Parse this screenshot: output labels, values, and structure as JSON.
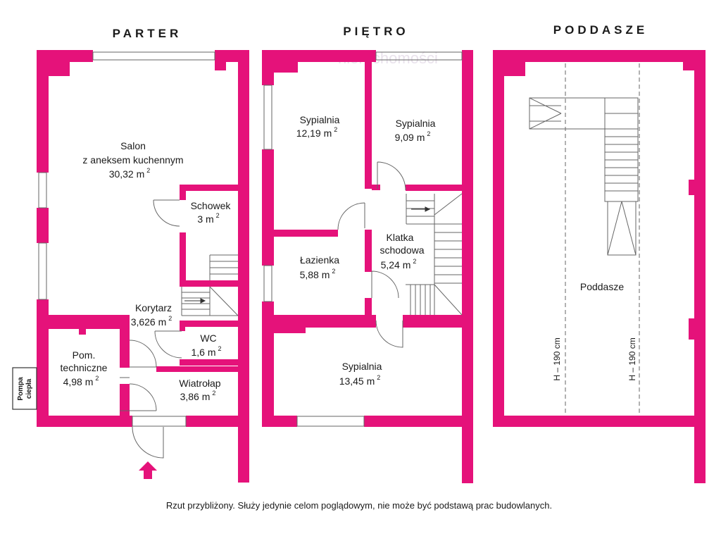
{
  "headings": {
    "parter": "PARTER",
    "pietro": "PIĘTRO",
    "poddasze": "PODDASZE"
  },
  "watermark": "nieruchomości",
  "colors": {
    "wall": "#e5127a",
    "line": "#666666",
    "text": "#1a1a1a"
  },
  "rooms": {
    "salon": {
      "l1": "Salon",
      "l2": "z aneksem kuchennym",
      "area": "30,32 m",
      "sup": "2"
    },
    "schowek": {
      "l1": "Schowek",
      "area": "3 m",
      "sup": "2"
    },
    "korytarz": {
      "l1": "Korytarz",
      "area": "3,626 m",
      "sup": "2"
    },
    "wc": {
      "l1": "WC",
      "area": "1,6 m",
      "sup": "2"
    },
    "techniczne": {
      "l1": "Pom.",
      "l2": "techniczne",
      "area": "4,98 m",
      "sup": "2"
    },
    "wiatrolap": {
      "l1": "Wiatrołap",
      "area": "3,86 m",
      "sup": "2"
    },
    "sypialnia1": {
      "l1": "Sypialnia",
      "area": "12,19 m",
      "sup": "2"
    },
    "sypialnia2": {
      "l1": "Sypialnia",
      "area": "9,09 m",
      "sup": "2"
    },
    "lazienka": {
      "l1": "Łazienka",
      "area": "5,88 m",
      "sup": "2"
    },
    "klatka": {
      "l1": "Klatka",
      "l2": "schodowa",
      "area": "5,24 m",
      "sup": "2"
    },
    "sypialnia3": {
      "l1": "Sypialnia",
      "area": "13,45 m",
      "sup": "2"
    },
    "poddasze": {
      "l1": "Poddasze"
    }
  },
  "pompa": {
    "l1": "Pompa",
    "l2": "ciepła"
  },
  "height_labels": [
    "H – 190 cm",
    "H – 190 cm"
  ],
  "note": "Rzut przybliżony. Służy jedynie celom poglądowym, nie może być podstawą prac budowlanych."
}
